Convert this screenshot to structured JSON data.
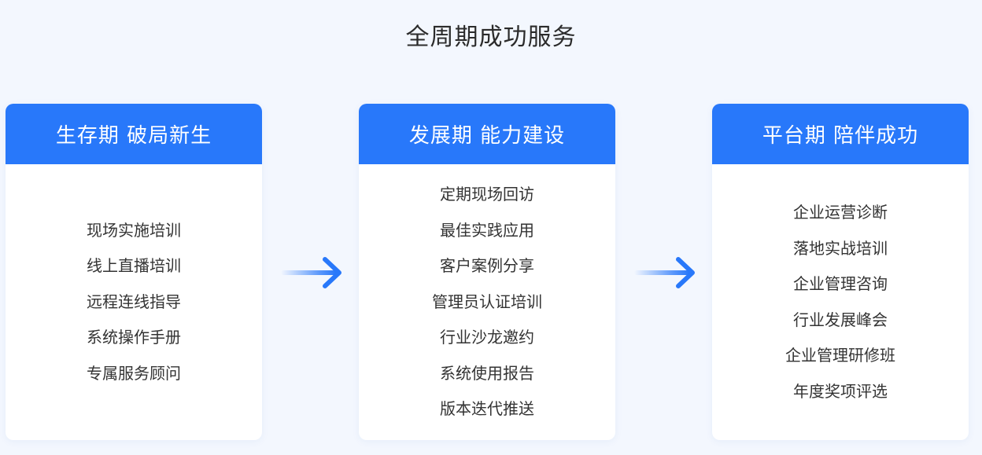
{
  "title": "全周期成功服务",
  "colors": {
    "accent": "#2878fa",
    "background": "#f3f7fe",
    "card": "#ffffff",
    "text": "#333333"
  },
  "cards": [
    {
      "title": "生存期 破局新生",
      "items": [
        "现场实施培训",
        "线上直播培训",
        "远程连线指导",
        "系统操作手册",
        "专属服务顾问"
      ]
    },
    {
      "title": "发展期 能力建设",
      "items": [
        "定期现场回访",
        "最佳实践应用",
        "客户案例分享",
        "管理员认证培训",
        "行业沙龙邀约",
        "系统使用报告",
        "版本迭代推送"
      ]
    },
    {
      "title": "平台期 陪伴成功",
      "items": [
        "企业运营诊断",
        "落地实战培训",
        "企业管理咨询",
        "行业发展峰会",
        "企业管理研修班",
        "年度奖项评选"
      ]
    }
  ],
  "icons": [
    "arrow-right-icon",
    "arrow-right-icon"
  ]
}
